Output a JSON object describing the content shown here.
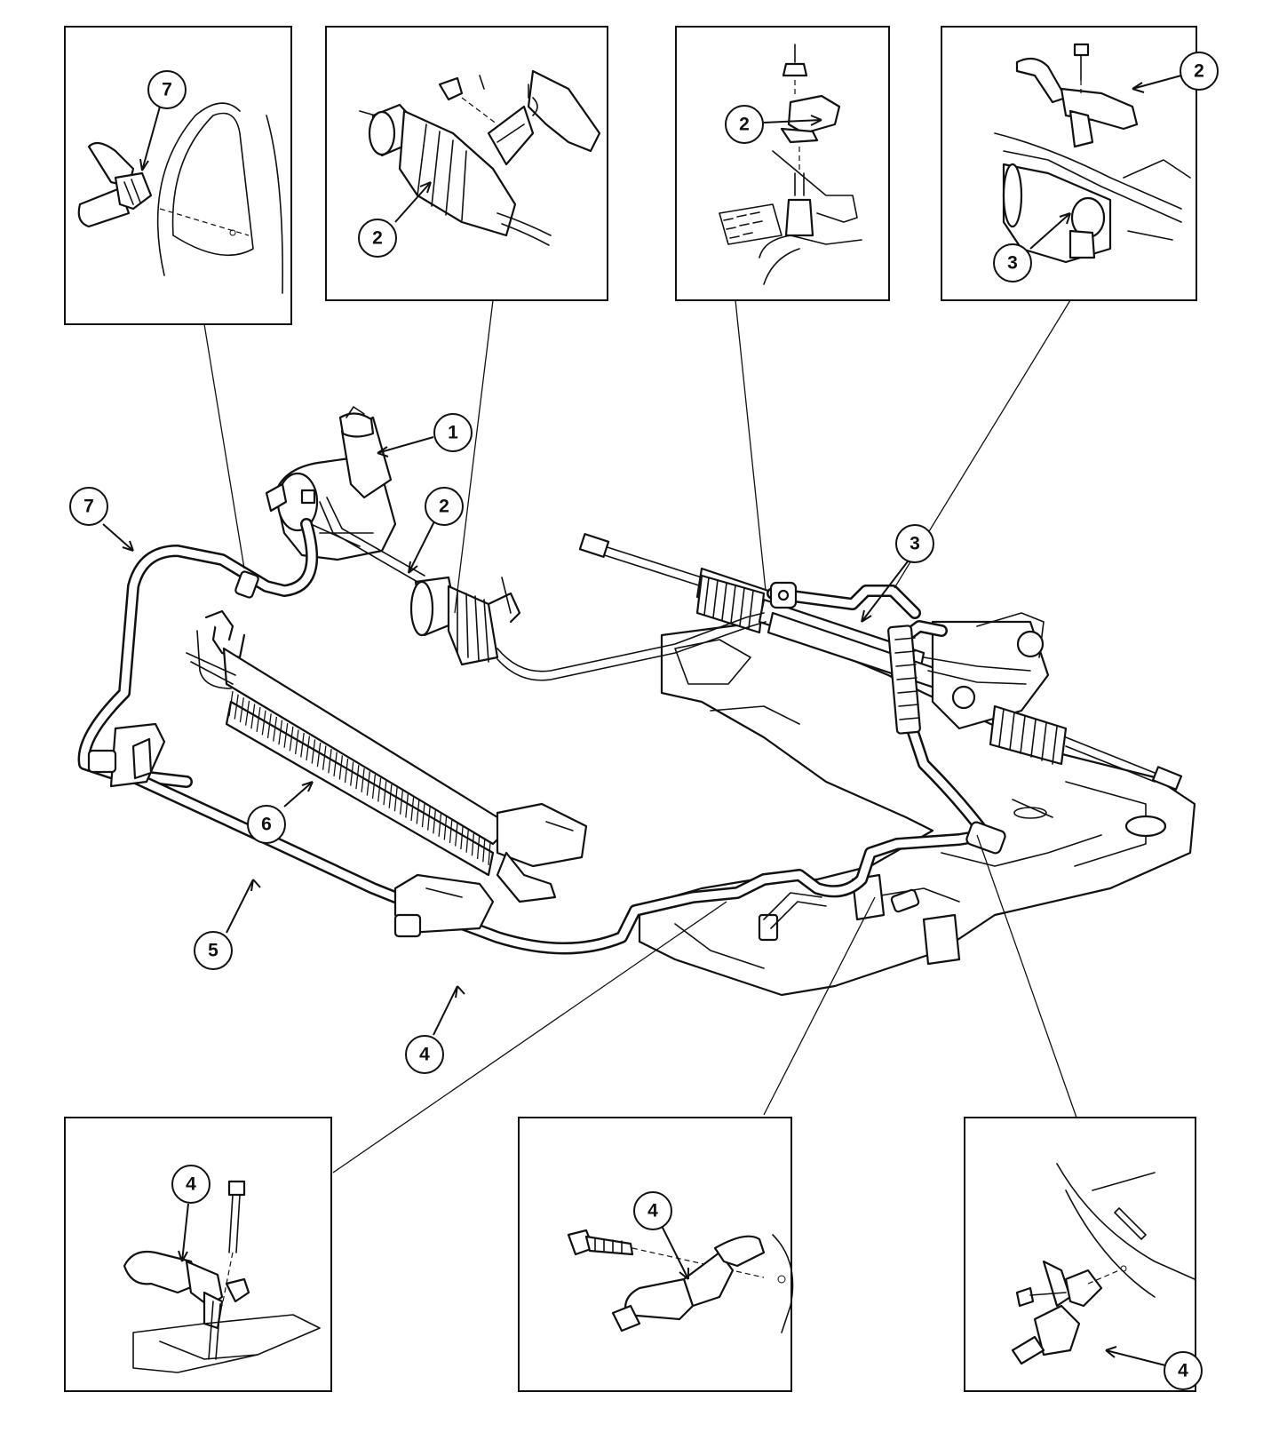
{
  "callouts": {
    "c1": "1",
    "c2a": "2",
    "c3": "3",
    "c4": "4",
    "c5": "5",
    "c6": "6",
    "c7": "7",
    "d_tl_7": "7",
    "d_tc_2": "2",
    "d_tr1_2": "2",
    "d_tr2_2": "2",
    "d_tr2_3": "3",
    "d_bl_4": "4",
    "d_bc_4": "4",
    "d_br_4": "4"
  }
}
